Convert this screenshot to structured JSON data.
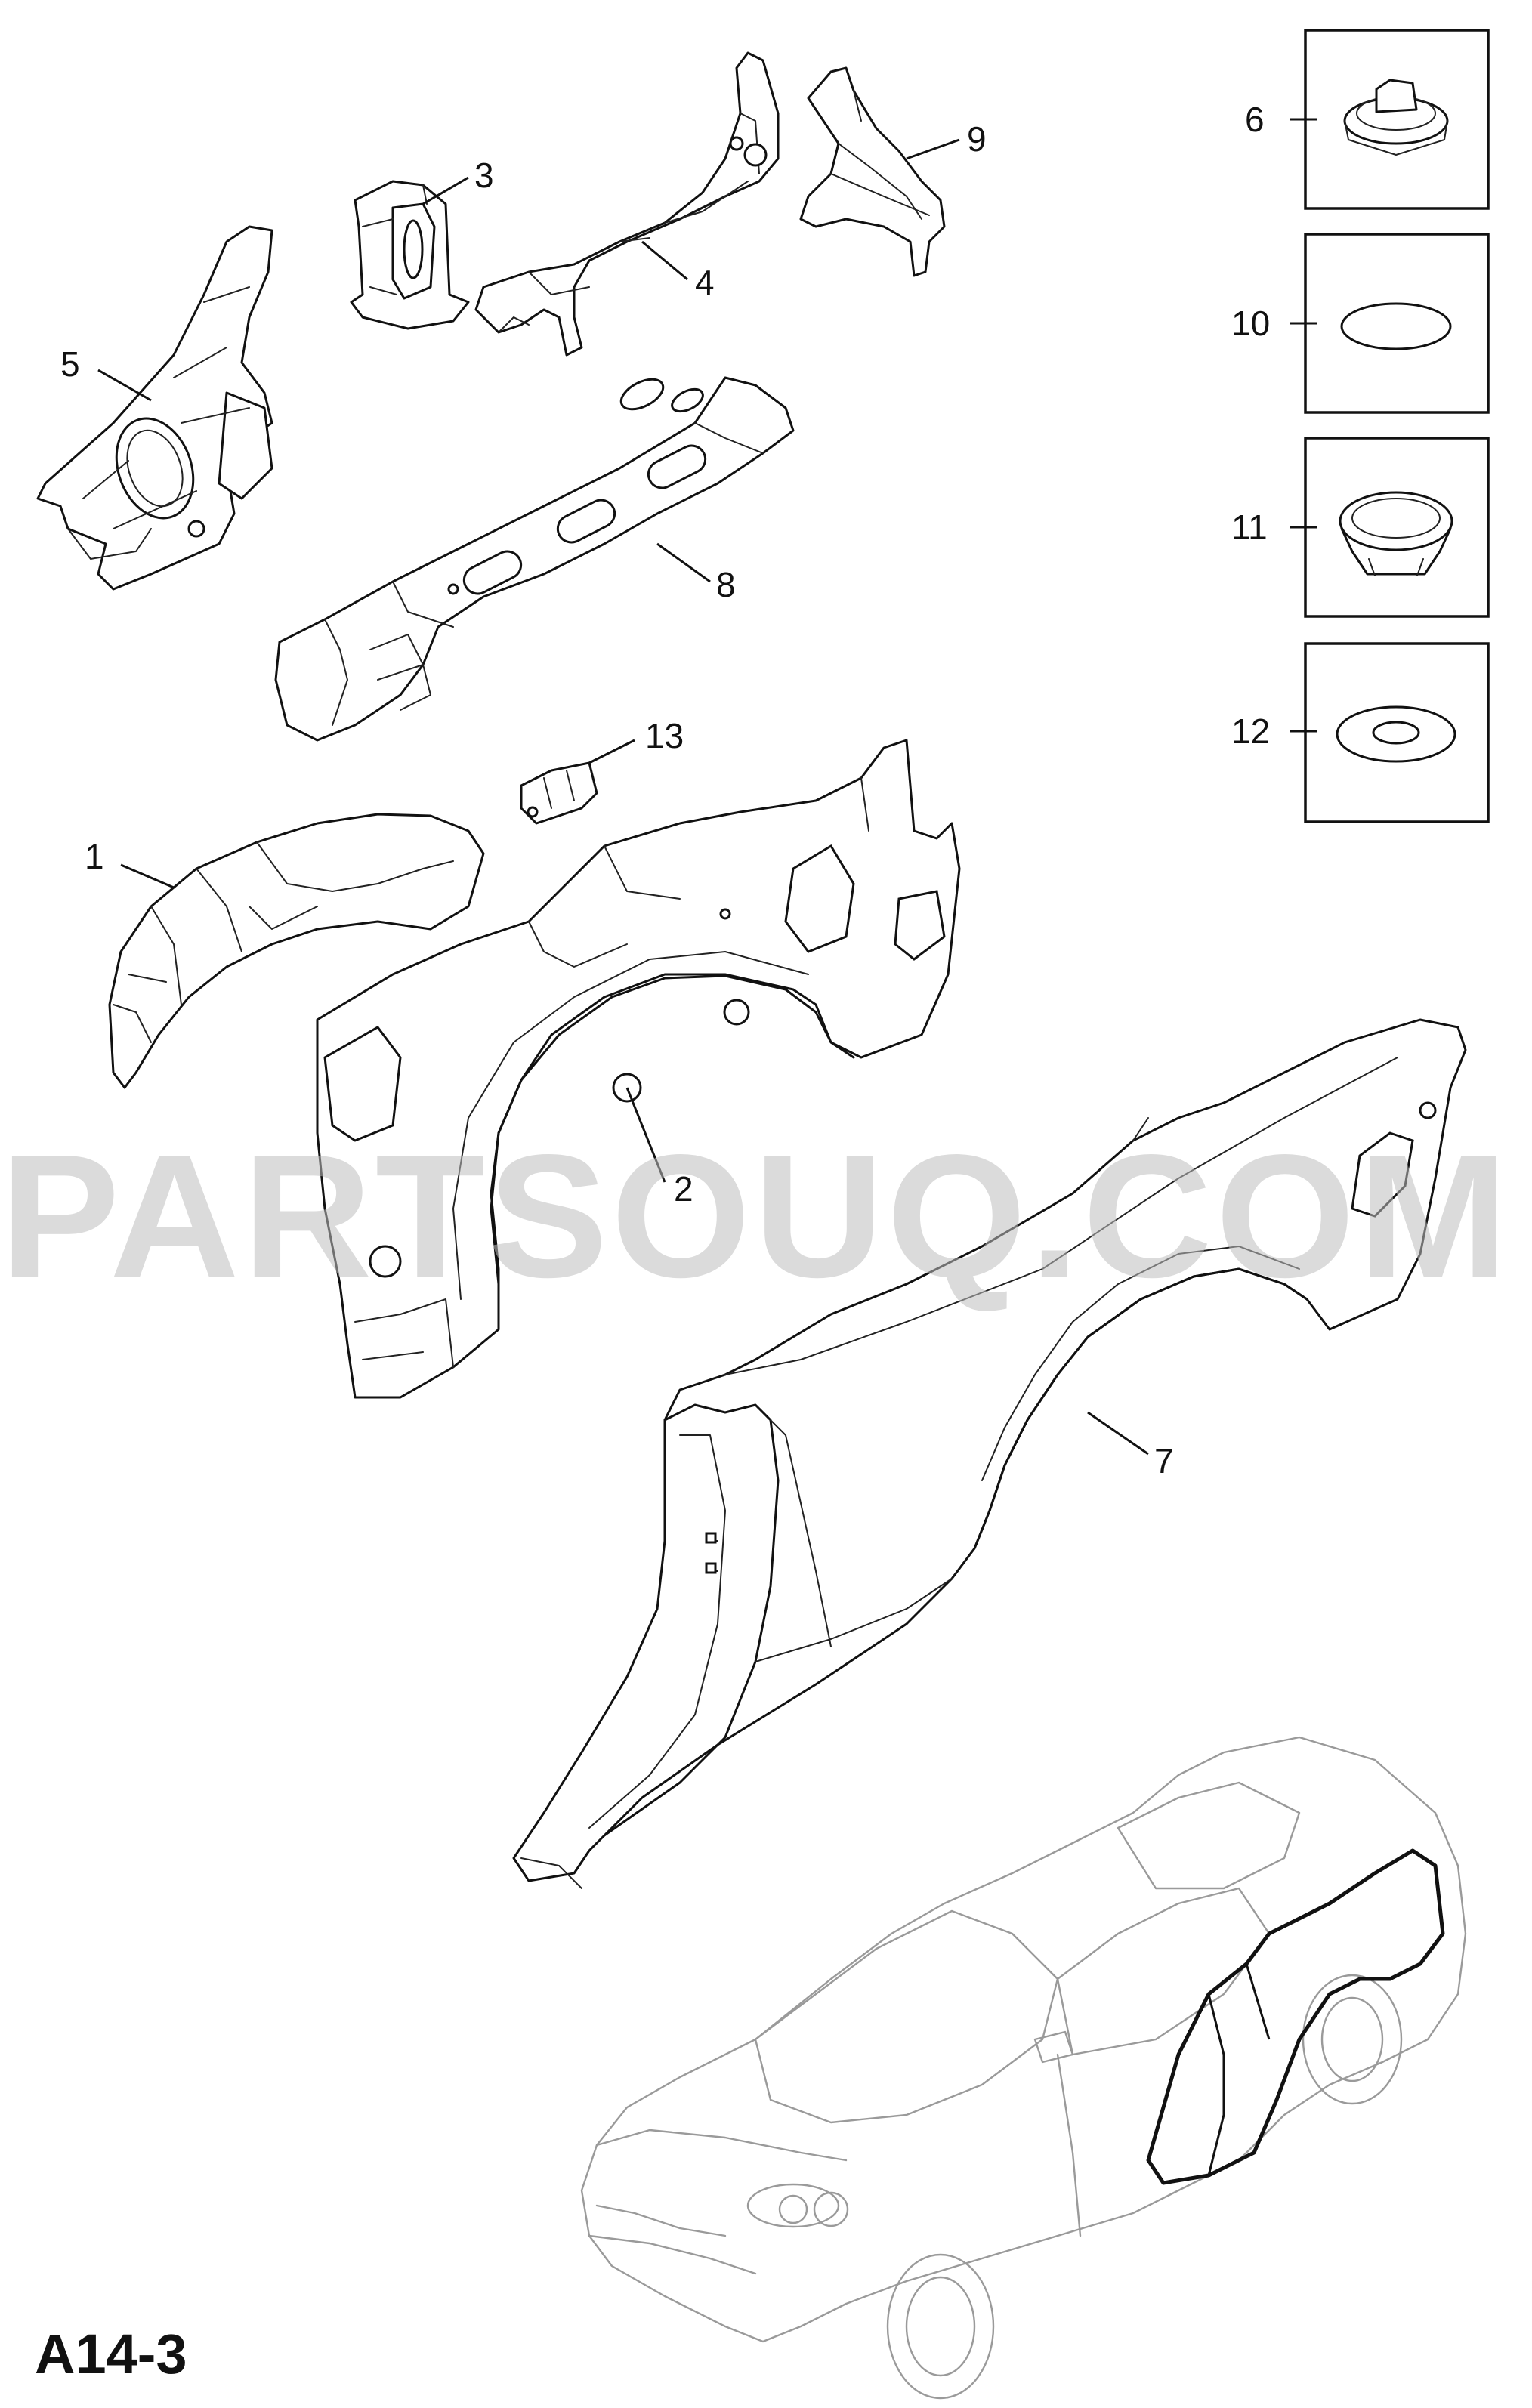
{
  "diagram_code": "A14-3",
  "watermark": "PARTSOUQ.COM",
  "callouts": [
    {
      "id": "1",
      "label": "1"
    },
    {
      "id": "2",
      "label": "2"
    },
    {
      "id": "3",
      "label": "3"
    },
    {
      "id": "4",
      "label": "4"
    },
    {
      "id": "5",
      "label": "5"
    },
    {
      "id": "6",
      "label": "6"
    },
    {
      "id": "7",
      "label": "7"
    },
    {
      "id": "8",
      "label": "8"
    },
    {
      "id": "9",
      "label": "9"
    },
    {
      "id": "10",
      "label": "10"
    },
    {
      "id": "11",
      "label": "11"
    },
    {
      "id": "12",
      "label": "12"
    },
    {
      "id": "13",
      "label": "13"
    }
  ],
  "colors": {
    "line": "#111111",
    "watermark": "#bdbdbd",
    "car_outline": "#9a9a9a"
  }
}
